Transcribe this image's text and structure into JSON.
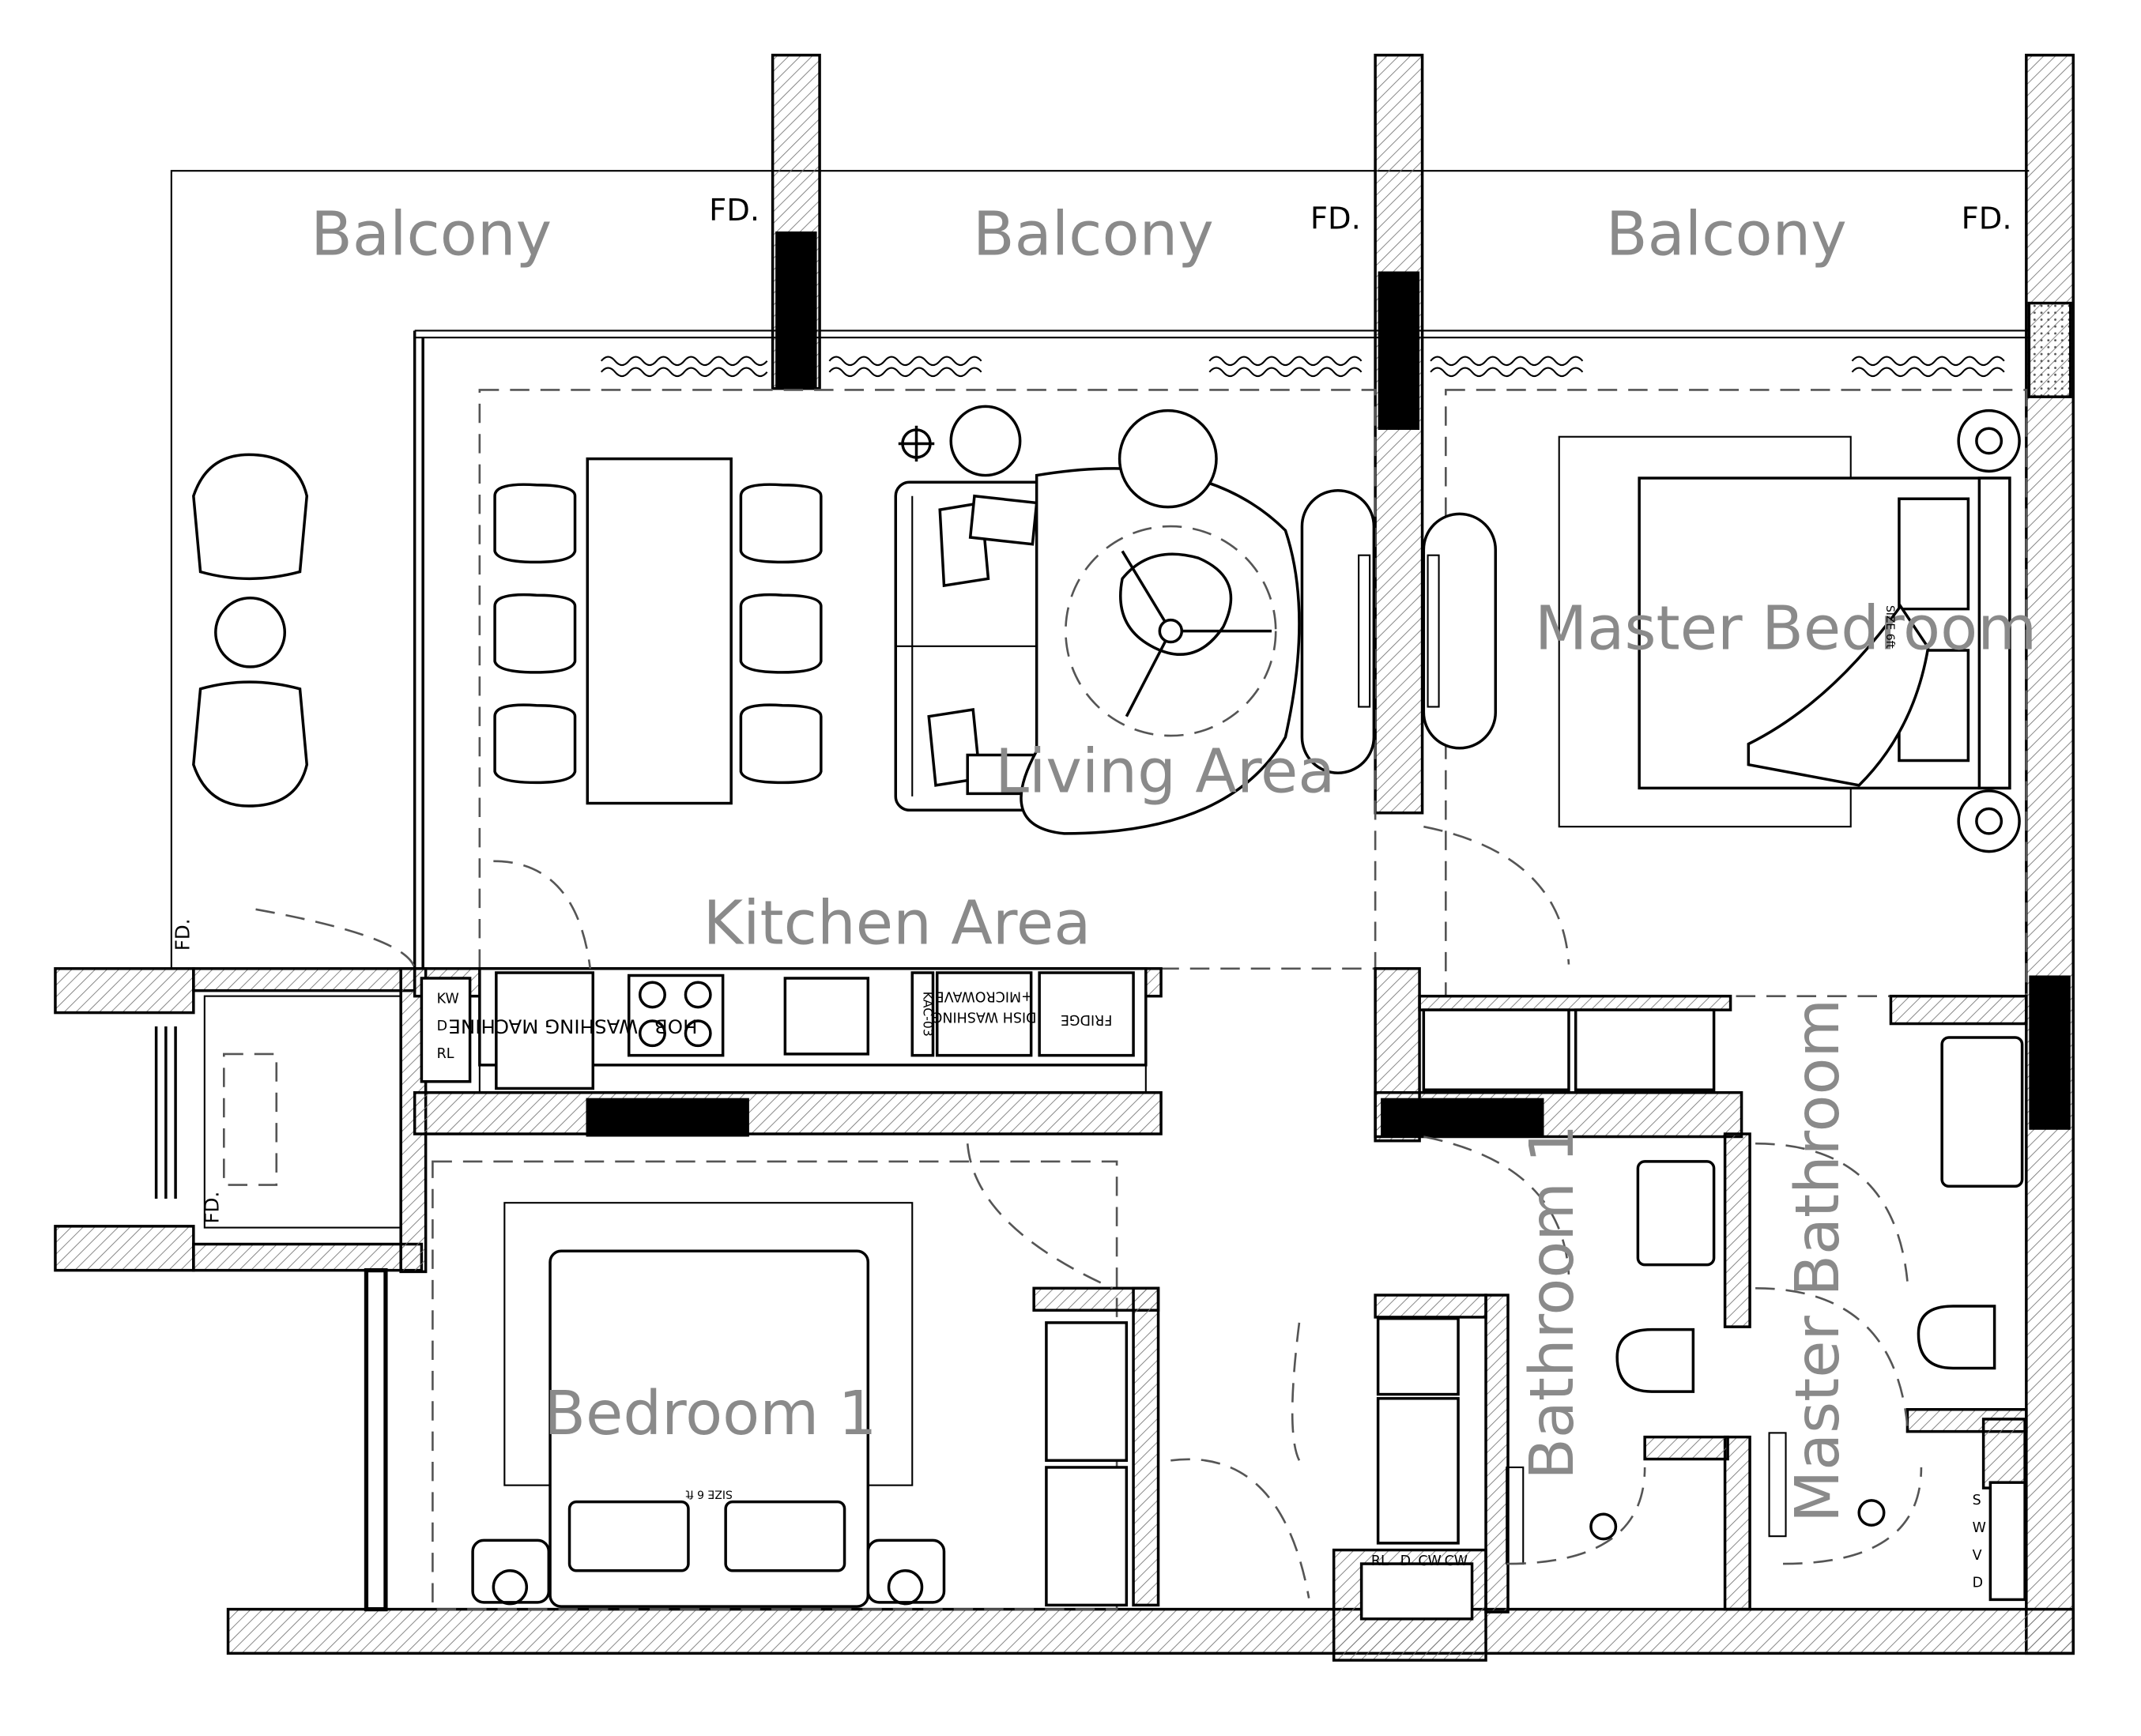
{
  "rooms": {
    "balcony_left": "Balcony",
    "balcony_center": "Balcony",
    "balcony_right": "Balcony",
    "living": "Living Area",
    "kitchen": "Kitchen Area",
    "master_bedroom": "Master Bedroom",
    "bedroom1": "Bedroom 1",
    "bathroom1": "Bathroom 1",
    "master_bathroom": "Master Bathroom"
  },
  "tags": {
    "fd1": "FD.",
    "fd2": "FD.",
    "fd3": "FD.",
    "fd4": "FD.",
    "fd5": "FD."
  },
  "appliances": {
    "washing": "WASHING MACHINE",
    "hob": "HOB",
    "kac": "KAC-03",
    "dish": "DISH WASHING",
    "microwave": "+MICROWAVE",
    "fridge": "FRIDGE",
    "kw": "KW",
    "d": "D",
    "rl": "RL",
    "bed_size_1": "SIZE 6 ft",
    "bed_size_2": "SIZE 6ft",
    "mep_rl": "RL",
    "mep_d": "D",
    "mep_cw1": "CW",
    "mep_cw2": "CW",
    "mb_s": "S",
    "mb_w": "W",
    "mb_v": "V",
    "mb_d": "D"
  }
}
